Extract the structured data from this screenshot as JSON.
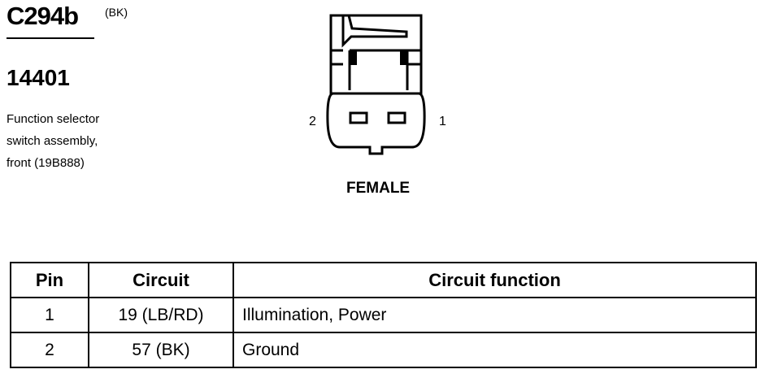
{
  "header": {
    "connector_id": "C294b",
    "color_code": "(BK)",
    "part_number": "14401",
    "description_lines": [
      "Function selector",
      "switch assembly,",
      "front (19B888)"
    ]
  },
  "connector": {
    "pin_left_label": "2",
    "pin_right_label": "1",
    "gender": "FEMALE"
  },
  "table": {
    "headers": [
      "Pin",
      "Circuit",
      "Circuit function"
    ],
    "rows": [
      {
        "pin": "1",
        "circuit": "19 (LB/RD)",
        "function": "Illumination, Power"
      },
      {
        "pin": "2",
        "circuit": "57 (BK)",
        "function": "Ground"
      }
    ]
  }
}
